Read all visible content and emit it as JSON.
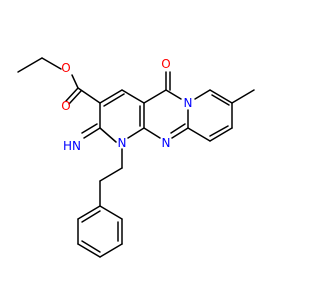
{
  "molecule": {
    "atoms": {
      "ester_o_ether": "O",
      "ester_o_carbonyl": "O",
      "ketone_o": "O",
      "imine_nh": "HN",
      "n_ring": "N",
      "n_bridge_top": "N",
      "n_bridge_bottom": "N"
    },
    "colors": {
      "bond": "#000000",
      "oxygen": "#ff0000",
      "nitrogen": "#0000ff"
    }
  }
}
